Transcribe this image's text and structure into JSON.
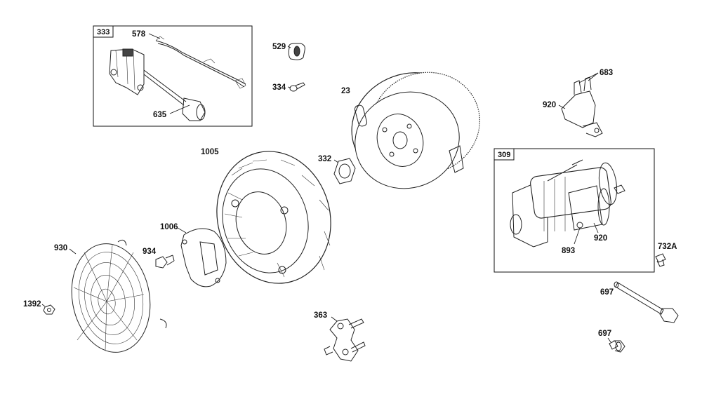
{
  "diagram": {
    "boxes": [
      {
        "id": "333",
        "label": "333"
      },
      {
        "id": "309",
        "label": "309"
      }
    ],
    "callouts": [
      {
        "id": "c578",
        "text": "578"
      },
      {
        "id": "c635",
        "text": "635"
      },
      {
        "id": "c529",
        "text": "529"
      },
      {
        "id": "c334",
        "text": "334"
      },
      {
        "id": "c23",
        "text": "23"
      },
      {
        "id": "c683",
        "text": "683"
      },
      {
        "id": "c920a",
        "text": "920"
      },
      {
        "id": "c1005",
        "text": "1005"
      },
      {
        "id": "c332",
        "text": "332"
      },
      {
        "id": "c1006",
        "text": "1006"
      },
      {
        "id": "c930",
        "text": "930"
      },
      {
        "id": "c934",
        "text": "934"
      },
      {
        "id": "c1392",
        "text": "1392"
      },
      {
        "id": "c363",
        "text": "363"
      },
      {
        "id": "c893",
        "text": "893"
      },
      {
        "id": "c920b",
        "text": "920"
      },
      {
        "id": "c732a",
        "text": "732A"
      },
      {
        "id": "c697a",
        "text": "697"
      },
      {
        "id": "c697b",
        "text": "697"
      }
    ]
  }
}
